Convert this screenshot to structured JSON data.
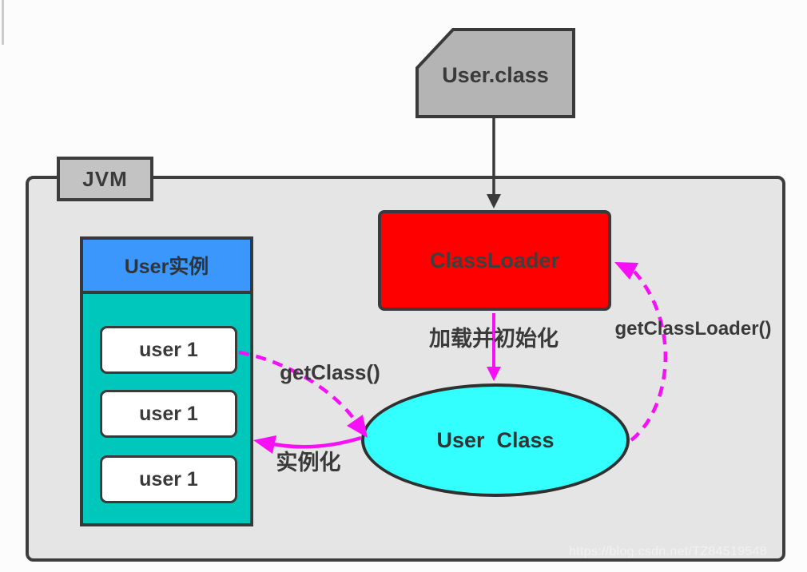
{
  "jvm": {
    "label": "JVM"
  },
  "file_node": {
    "label": "User.class"
  },
  "classloader_node": {
    "label": "ClassLoader"
  },
  "user_class_node": {
    "label": "User  Class"
  },
  "instance_panel": {
    "header": "User实例",
    "instances": [
      "user 1",
      "user 1",
      "user 1"
    ]
  },
  "edges": {
    "load_and_init": "加载并初始化",
    "get_classloader": "getClassLoader()",
    "get_class": "getClass()",
    "instantiate": "实例化"
  },
  "watermark": "https://blog.csdn.net/TZ84519548",
  "colors": {
    "classloader_fill": "#fe0000",
    "user_class_fill": "#33ffff",
    "panel_header_fill": "#3b97fb",
    "panel_fill": "#00c7bb",
    "arrow_accent": "#f70ff7",
    "outline": "#3a3a3a",
    "jvm_fill": "#e5e5e5",
    "file_fill": "#b4b4b4"
  }
}
